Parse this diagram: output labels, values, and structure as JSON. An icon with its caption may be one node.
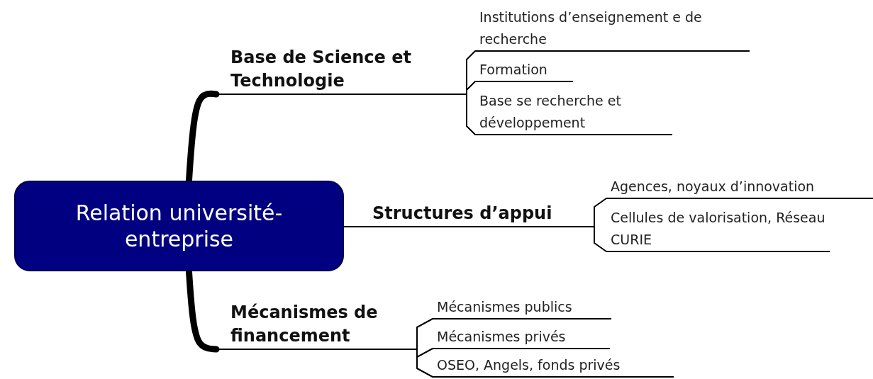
{
  "diagram": {
    "nodes": [
      {
        "text": [
          "Relation université-entreprise"
        ]
      },
      {
        "text": [
          "Base de Science et Technologie"
        ]
      },
      {
        "text": [
          "Structures d’appui"
        ]
      },
      {
        "text": [
          "Mécanismes de financement"
        ]
      },
      {
        "text": [
          "Institutions d’enseignement e de recherche"
        ]
      },
      {
        "text": [
          "Formation"
        ]
      },
      {
        "text": [
          "Base se recherche et développement"
        ]
      },
      {
        "text": [
          "Agences, noyaux d’innovation"
        ]
      },
      {
        "text": [
          "Cellules de valorisation, Réseau CURIE"
        ]
      },
      {
        "text": [
          "Mécanismes publics"
        ]
      },
      {
        "text": [
          "Mécanismes privés"
        ]
      },
      {
        "text": [
          "OSEO, Angels, fonds privés"
        ]
      }
    ],
    "edges": [
      {
        "from": 0,
        "to": 1,
        "arrow": "none",
        "style": "thick"
      },
      {
        "from": 0,
        "to": 2,
        "arrow": "none"
      },
      {
        "from": 0,
        "to": 3,
        "arrow": "none",
        "style": "thick"
      },
      {
        "from": 1,
        "to": 4,
        "arrow": "none"
      },
      {
        "from": 1,
        "to": 5,
        "arrow": "none"
      },
      {
        "from": 1,
        "to": 6,
        "arrow": "none"
      },
      {
        "from": 2,
        "to": 7,
        "arrow": "none"
      },
      {
        "from": 2,
        "to": 8,
        "arrow": "none"
      },
      {
        "from": 3,
        "to": 9,
        "arrow": "none"
      },
      {
        "from": 3,
        "to": 10,
        "arrow": "none"
      },
      {
        "from": 3,
        "to": 11,
        "arrow": "none"
      }
    ]
  }
}
